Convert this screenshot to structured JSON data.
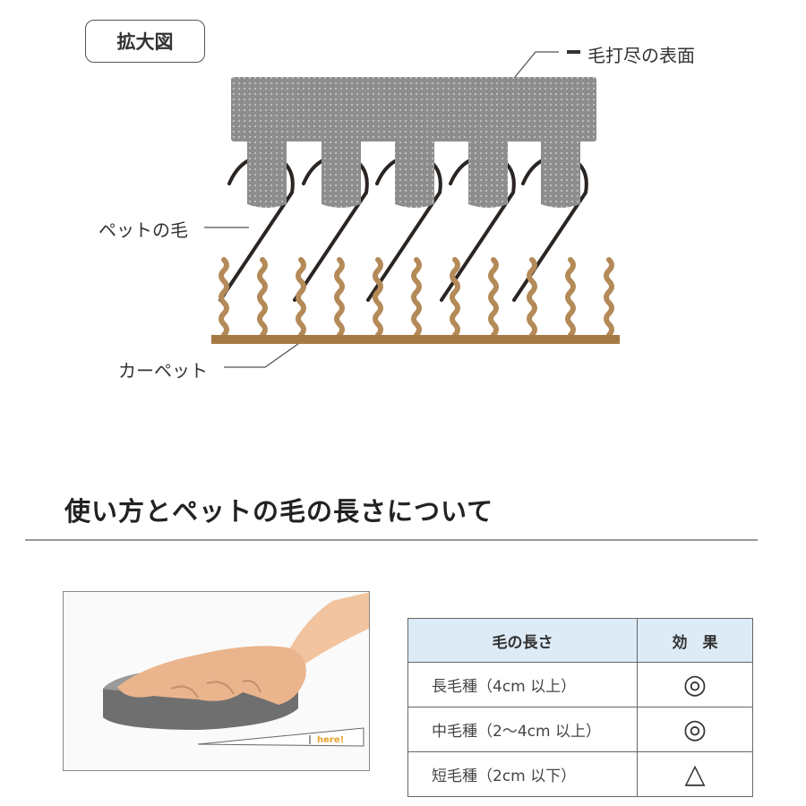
{
  "badge": "拡大図",
  "callouts": {
    "brush_surface": "毛打尽の表面",
    "pet_hair": "ペットの毛",
    "carpet": "カーペット"
  },
  "section_title": "使い方とペットの毛の長さについて",
  "photo": {
    "tag": "here!"
  },
  "table": {
    "headers": [
      "毛の長さ",
      "効　果"
    ],
    "rows": [
      {
        "length": "長毛種（4cm 以上）",
        "effect": "◎"
      },
      {
        "length": "中毛種（2〜4cm 以上）",
        "effect": "◎"
      },
      {
        "length": "短毛種（2cm 以下）",
        "effect": "△"
      }
    ]
  },
  "colors": {
    "brush": "#8c8c8c",
    "hair": "#2a2522",
    "carpet_fiber": "#b48a58",
    "carpet_base": "#a57a45",
    "table_header": "#dcebf6"
  }
}
